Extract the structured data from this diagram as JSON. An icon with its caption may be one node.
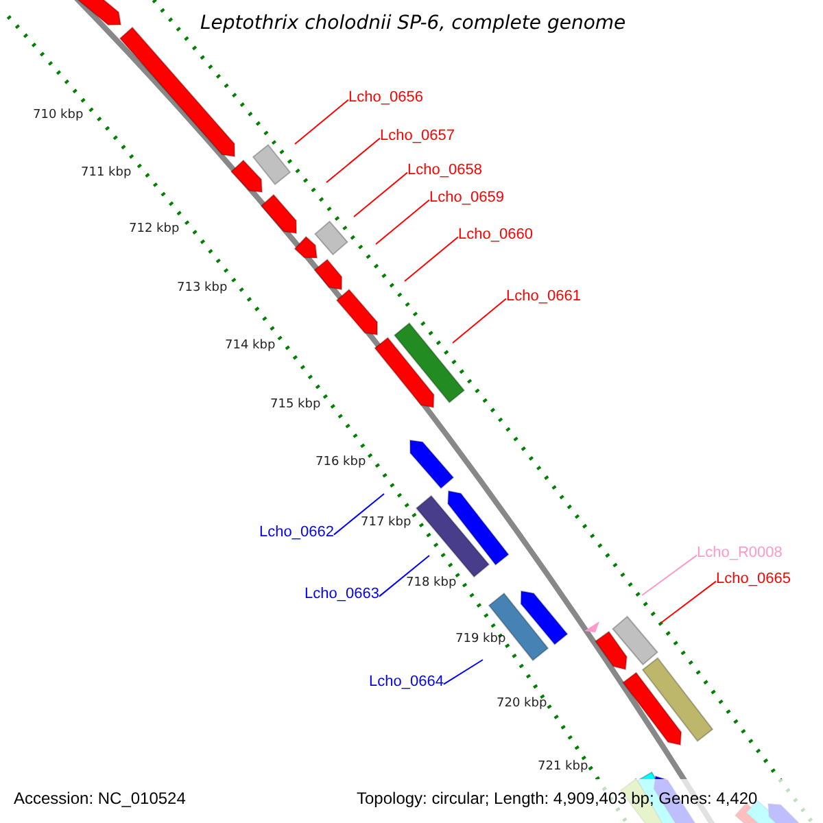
{
  "diagram": {
    "title": "Leptothrix cholodnii SP-6, complete genome",
    "nodes": [
      {
        "text": [
          "Lcho_0656"
        ]
      },
      {
        "text": [
          "Lcho_0657"
        ]
      },
      {
        "text": [
          "Lcho_0658"
        ]
      },
      {
        "text": [
          "Lcho_0659"
        ]
      },
      {
        "text": [
          "Lcho_0660"
        ]
      },
      {
        "text": [
          "Lcho_0661"
        ]
      },
      {
        "text": [
          "Lcho_0662"
        ]
      },
      {
        "text": [
          "Lcho_0663"
        ]
      },
      {
        "text": [
          "Lcho_0664"
        ]
      },
      {
        "text": [
          "Lcho_R0008"
        ]
      },
      {
        "text": [
          "Lcho_0665"
        ]
      }
    ],
    "edges": [
      {
        "from": 0,
        "to": null,
        "arrow": "none"
      },
      {
        "from": 1,
        "to": null,
        "arrow": "none"
      },
      {
        "from": 2,
        "to": null,
        "arrow": "none"
      },
      {
        "from": 3,
        "to": null,
        "arrow": "none"
      },
      {
        "from": 4,
        "to": null,
        "arrow": "none"
      },
      {
        "from": 5,
        "to": null,
        "arrow": "none"
      },
      {
        "from": 6,
        "to": null,
        "arrow": "none",
        "color": "#0000ff"
      },
      {
        "from": 7,
        "to": null,
        "arrow": "none",
        "color": "#0000ff"
      },
      {
        "from": 8,
        "to": null,
        "arrow": "none",
        "color": "#0000ff"
      },
      {
        "from": 9,
        "to": null,
        "arrow": "none",
        "color": "#ff99cc"
      },
      {
        "from": 10,
        "to": null,
        "arrow": "none"
      }
    ],
    "labels": [
      "710 kbp",
      "711 kbp",
      "712 kbp",
      "713 kbp",
      "714 kbp",
      "715 kbp",
      "716 kbp",
      "717 kbp",
      "718 kbp",
      "719 kbp",
      "720 kbp",
      "721 kbp",
      "Accession: NC_010524",
      "Topology: circular; Length: 4,909,403 bp; Genes: 4,420"
    ]
  }
}
